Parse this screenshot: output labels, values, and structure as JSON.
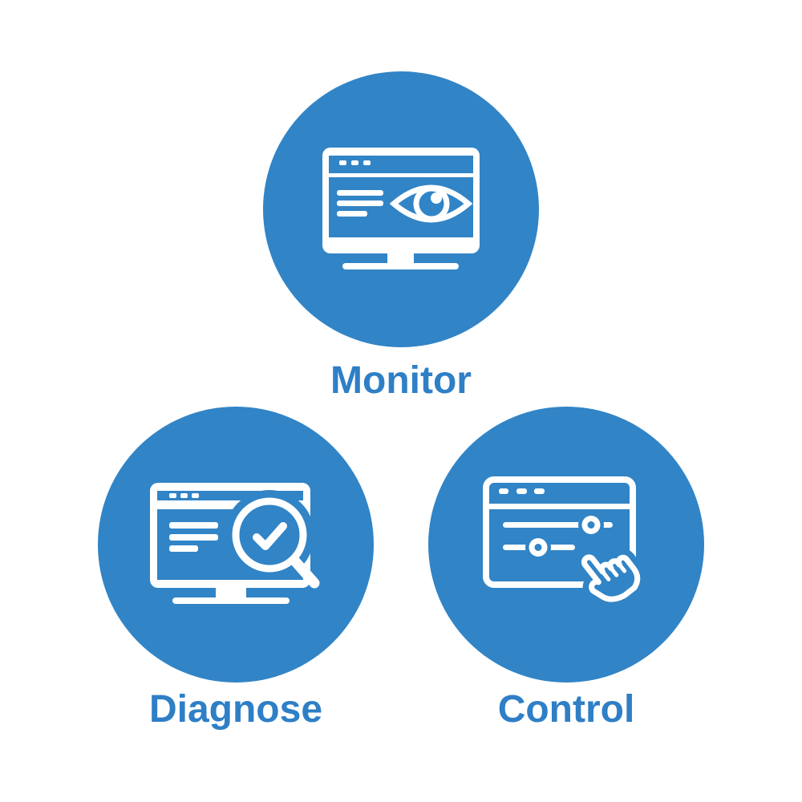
{
  "page": {
    "background": "#FFFFFF"
  },
  "colors": {
    "circle_fill": "#3184C6",
    "icon_stroke": "#FFFFFF",
    "label_text": "#2E7FC6"
  },
  "features": [
    {
      "id": "monitor",
      "label": "Monitor",
      "icon": "monitor-screen-eye-icon",
      "icon_elements": [
        "browser-window",
        "window-dots",
        "text-lines",
        "eye"
      ]
    },
    {
      "id": "diagnose",
      "label": "Diagnose",
      "icon": "monitor-magnifier-check-icon",
      "icon_elements": [
        "browser-window",
        "window-dots",
        "text-lines",
        "magnifying-glass",
        "checkmark"
      ]
    },
    {
      "id": "control",
      "label": "Control",
      "icon": "window-sliders-hand-icon",
      "icon_elements": [
        "browser-window",
        "window-dots",
        "slider-1",
        "slider-2",
        "pointing-hand"
      ]
    }
  ]
}
